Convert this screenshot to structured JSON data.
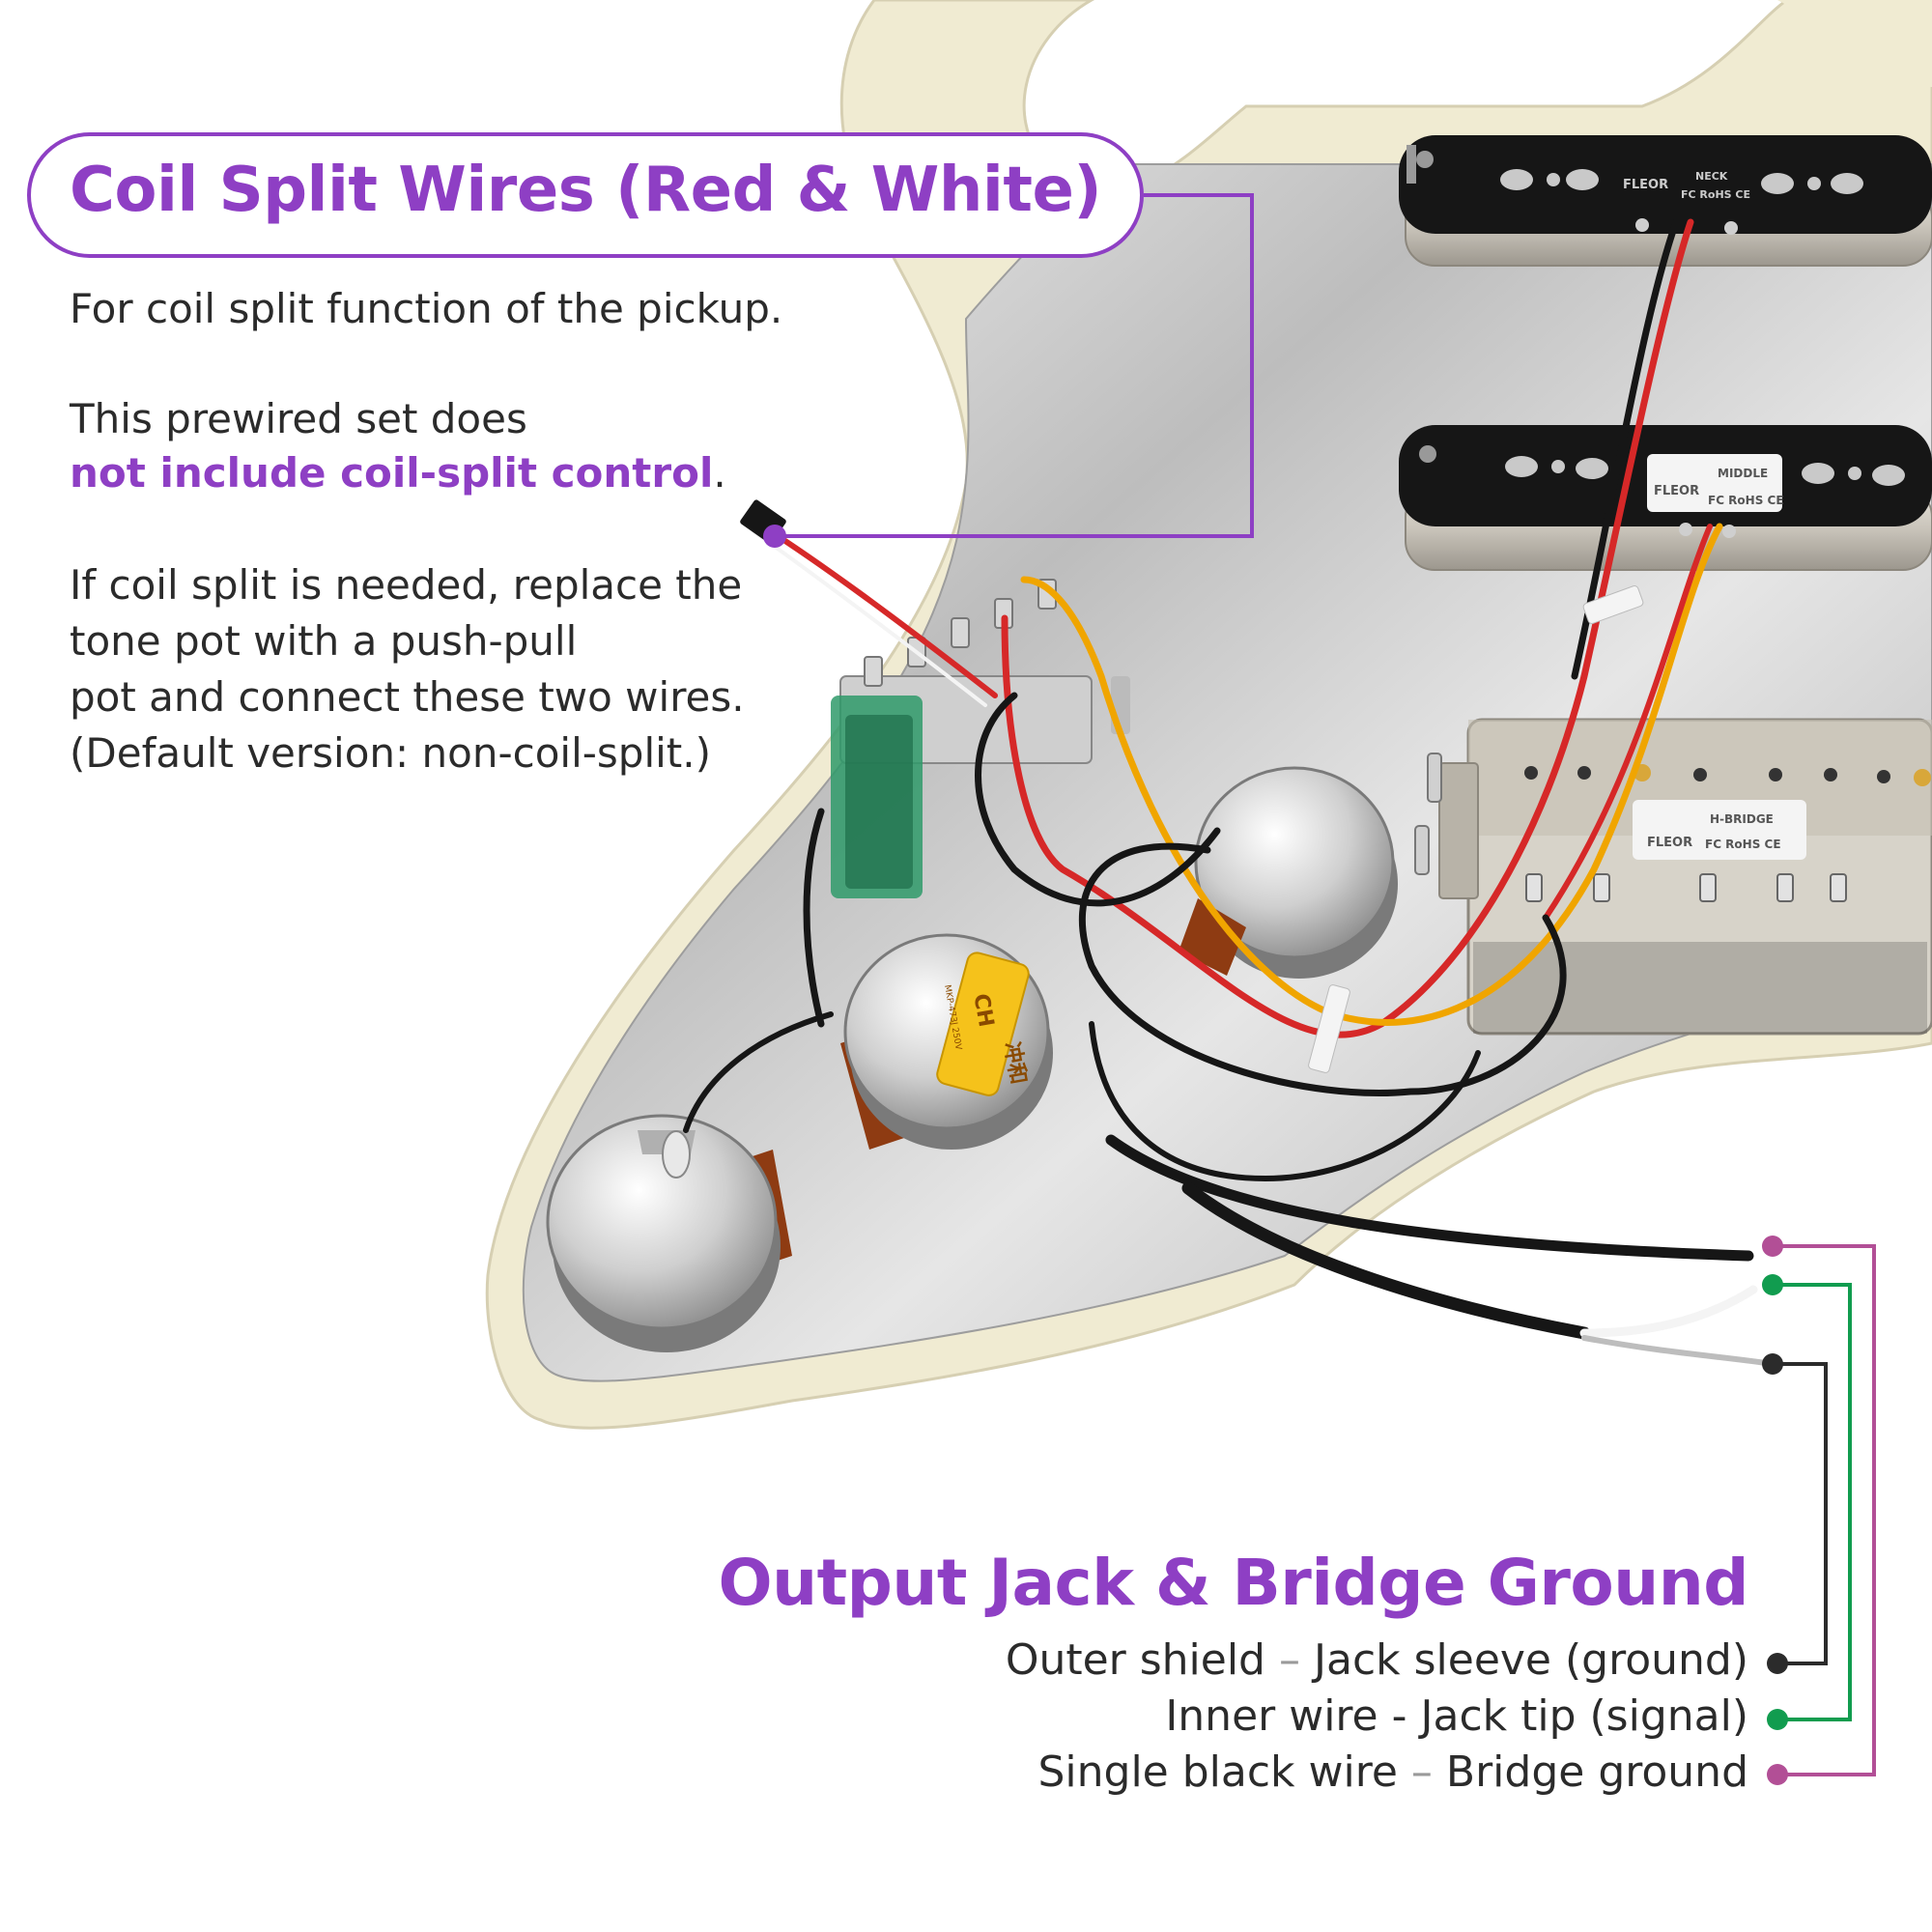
{
  "coil_split": {
    "title": "Coil Split Wires (Red & White)",
    "line1": "For coil split function of the pickup.",
    "line2": "This prewired set does",
    "line3_strong": "not include coil-split control",
    "line3_end": ".",
    "line4": "If coil split is needed, replace the",
    "line5": "tone pot with a push-pull",
    "line6": "pot and connect these two wires.",
    "line7": "(Default version: non-coil-split.)"
  },
  "output": {
    "title": "Output Jack & Bridge Ground",
    "rows": [
      {
        "left": "Outer shield",
        "sep": "–",
        "right": "Jack sleeve (ground)",
        "color": "#2b2b2b"
      },
      {
        "left": "Inner wire",
        "sep": " -",
        "right": "Jack tip (signal)",
        "color": "#119c4f"
      },
      {
        "left": "Single black wire",
        "sep": "–",
        "right": "Bridge ground",
        "color": "#b24f96"
      }
    ]
  },
  "pickups": {
    "neck": {
      "brand": "FLEOR",
      "position": "NECK",
      "marks": "FC RoHS CE"
    },
    "middle": {
      "brand": "FLEOR",
      "position": "MIDDLE",
      "marks": "FC RoHS CE"
    },
    "bridge": {
      "brand": "FLEOR",
      "position": "H-BRIDGE",
      "marks": "FC RoHS CE"
    }
  },
  "capacitor": {
    "brand": "CH",
    "brand_cn": "冲和",
    "rating": "MKP-473J 250V"
  },
  "colors": {
    "accent": "#8e3fc4",
    "pickguard": "#f0ebd2",
    "shield": "#d6d6d6",
    "wire_red": "#d62828",
    "wire_yellow": "#f0a500",
    "wire_black": "#161616",
    "wire_white": "#f4f4f4",
    "leader_ground": "#2b2b2b",
    "leader_signal": "#119c4f",
    "leader_bridge": "#b24f96"
  }
}
